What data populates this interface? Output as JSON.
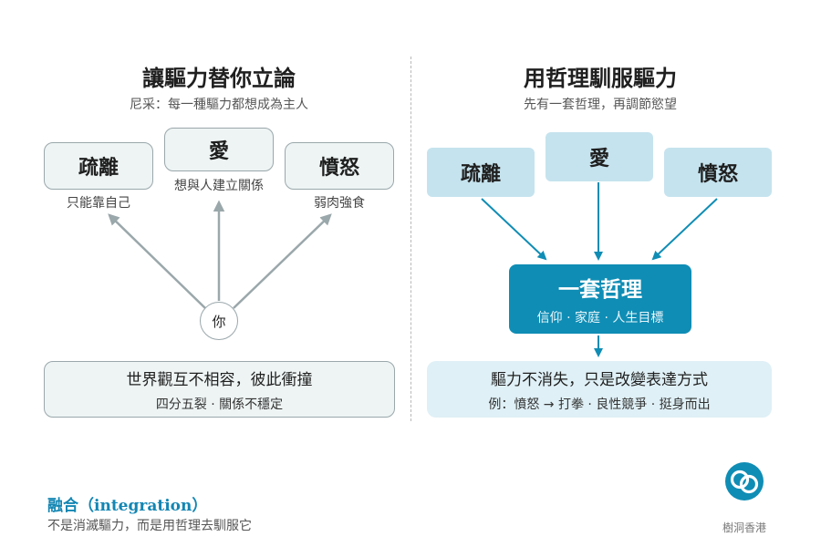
{
  "left": {
    "title": "讓驅力替你立論",
    "subtitle": "尼采：每一種驅力都想成為主人",
    "drives": [
      {
        "label": "疏離",
        "caption": "只能靠自己"
      },
      {
        "label": "愛",
        "caption": "想與人建立關係"
      },
      {
        "label": "憤怒",
        "caption": "弱肉強食"
      }
    ],
    "center": "你",
    "result": {
      "line1": "世界觀互不相容，彼此衝撞",
      "line2": "四分五裂 · 關係不穩定"
    }
  },
  "right": {
    "title": "用哲理馴服驅力",
    "subtitle": "先有一套哲理，再調節慾望",
    "drives": [
      {
        "label": "疏離"
      },
      {
        "label": "愛"
      },
      {
        "label": "憤怒"
      }
    ],
    "core": {
      "title": "一套哲理",
      "subtitle": "信仰 · 家庭 · 人生目標"
    },
    "result": {
      "line1": "驅力不消失，只是改變表達方式",
      "line2": "例：憤怒 → 打拳 · 良性競爭 · 挺身而出"
    }
  },
  "footer": {
    "title": "融合（integration）",
    "subtitle": "不是消滅驅力，而是用哲理去馴服它"
  },
  "brand": {
    "name": "樹洞香港"
  },
  "colors": {
    "accent": "#0f8db5",
    "light_blue": "#c5e3ee",
    "panel_grey": "#eef4f4",
    "border_grey": "#9aa7ab",
    "arrow_grey": "#9aa7ab"
  }
}
